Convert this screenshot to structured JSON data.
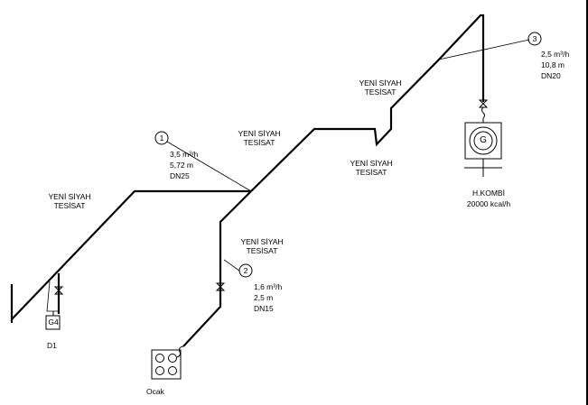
{
  "pipe_labels": [
    {
      "line1": "YENİ SİYAH",
      "line2": "TESİSAT"
    },
    {
      "line1": "YENİ SİYAH",
      "line2": "TESİSAT"
    },
    {
      "line1": "YENİ SİYAH",
      "line2": "TESİSAT"
    },
    {
      "line1": "YENİ SİYAH",
      "line2": "TESİSAT"
    },
    {
      "line1": "YENİ SİYAH",
      "line2": "TESİSAT"
    }
  ],
  "callouts": [
    {
      "number": "1",
      "flow": "3,5 m³/h",
      "length": "5,72 m",
      "diameter": "DN25"
    },
    {
      "number": "2",
      "flow": "1,6 m³/h",
      "length": "2,5 m",
      "diameter": "DN15"
    },
    {
      "number": "3",
      "flow": "2,5 m³/h",
      "length": "10,8 m",
      "diameter": "DN20"
    }
  ],
  "meter": {
    "symbol": "G4",
    "label": "D1"
  },
  "stove": {
    "label": "Ocak"
  },
  "boiler": {
    "symbol": "G",
    "name": "H.KOMBİ",
    "capacity": "20000 kcal/h"
  }
}
